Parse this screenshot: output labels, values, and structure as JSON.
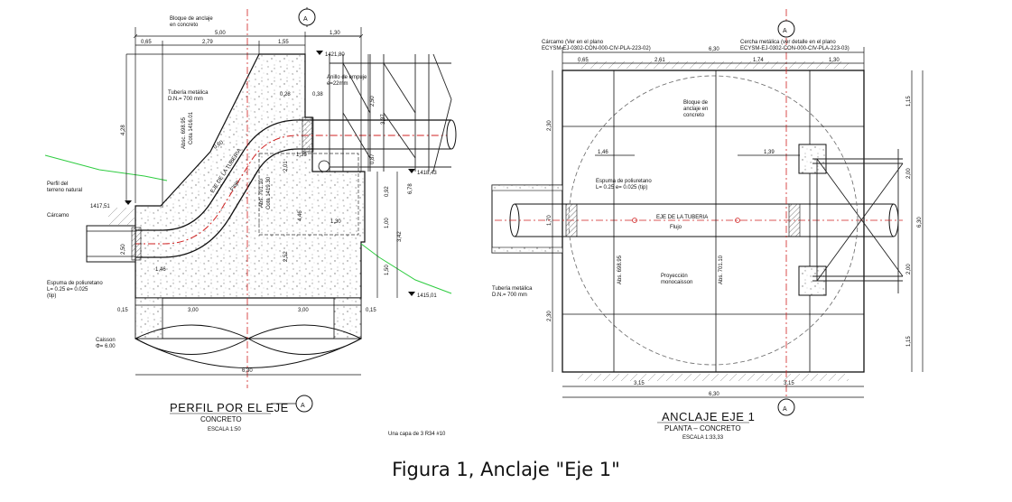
{
  "left_view": {
    "title": "PERFIL POR EL EJE",
    "subtitle": "CONCRETO",
    "scale": "ESCALA 1:50",
    "note_bottom": "Una capa de 3 R34 #10",
    "section_marker": "A",
    "labels": {
      "bloque": "Bloque de anclaje",
      "bloque2": "en concreto",
      "tuberia": "Tubería metálica",
      "tuberia_dn": "D.N.= 700 mm",
      "anillo": "Anillo de empuje",
      "anillo_e": "e=22mm",
      "perfil": "Perfil del",
      "perfil2": "terreno natural",
      "carcamo": "Cárcamo",
      "espuma": "Espuma de poliuretano",
      "espuma2": "L= 0.25 e= 0.025",
      "espuma3": "(tip)",
      "caisson": "Caisson",
      "caisson_d": "Φ= 6.00",
      "eje_tuberia": "EJE DE LA TUBERIA",
      "flujo": "Flujo",
      "absc": "Absc. 698.95",
      "cota1": "Cota 1416.01",
      "abs2": "Abs. 701.10",
      "cota2": "Cota 1419.30"
    },
    "dims": {
      "d500": "5,00",
      "d130": "1,30",
      "d065": "0,65",
      "d279": "2,79",
      "d155": "1,55",
      "e142180": "1421,80",
      "d428": "4,28",
      "d250": "2,50",
      "d337": "3,37",
      "d028": "0,28",
      "d038": "0,38",
      "d087": "0,87",
      "d060": "0,60",
      "d139": "1,39",
      "d201": "2,01",
      "e141843": "1418,43",
      "d092": "0,92",
      "d678": "6,78",
      "e141751": "1417,51",
      "d100": "1,00",
      "d342": "3,42",
      "d130b": "1,30",
      "d446": "4,46",
      "d252": "2,52",
      "d250b": "2,50",
      "d146": "1,46",
      "d150": "1,50",
      "e141501": "1415,01",
      "d015a": "0,15",
      "d300a": "3,00",
      "d300b": "3,00",
      "d015b": "0,15",
      "d630": "6,30"
    }
  },
  "right_view": {
    "title": "ANCLAJE EJE 1",
    "subtitle": "PLANTA – CONCRETO",
    "scale": "ESCALA 1:33,33",
    "section_marker": "A",
    "labels": {
      "carcamo": "Cárcamo (Ver en el plano",
      "carcamo_ref": "ECYSM-EJ-0302-CON-000-CIV-PLA-223-02)",
      "cercha": "Cercha metálica (ver detalle en el plano",
      "cercha_ref": "ECYSM-EJ-0302-CON-000-CIV-PLA-223-03)",
      "bloque": "Bloque de",
      "bloque2": "anclaje en",
      "bloque3": "concreto",
      "espuma": "Espuma de poliuretano",
      "espuma2": "L= 0.25 e= 0.025 (tip)",
      "eje_tuberia": "EJE DE LA TUBERIA",
      "flujo": "Flujo",
      "tuberia": "Tubería metálica",
      "tuberia_dn": "D.N.= 700 mm",
      "proyeccion": "Proyección",
      "proyeccion2": "monocaisson",
      "abs1": "Abs. 698.95",
      "abs2": "Abs. 701.10"
    },
    "dims": {
      "d630top": "6,30",
      "d065": "0,65",
      "d261": "2,61",
      "d174": "1,74",
      "d130": "1,30",
      "d115a": "1,15",
      "d230a": "2,30",
      "d146": "1,46",
      "d139": "1,39",
      "d200a": "2,00",
      "d170": "1,70",
      "d630r": "6,30",
      "d200b": "2,00",
      "d230b": "2,30",
      "d115b": "1,15",
      "d315a": "3,15",
      "d315b": "3,15",
      "d630bot": "6,30"
    }
  },
  "caption": "Figura 1, Anclaje \"Eje 1\""
}
